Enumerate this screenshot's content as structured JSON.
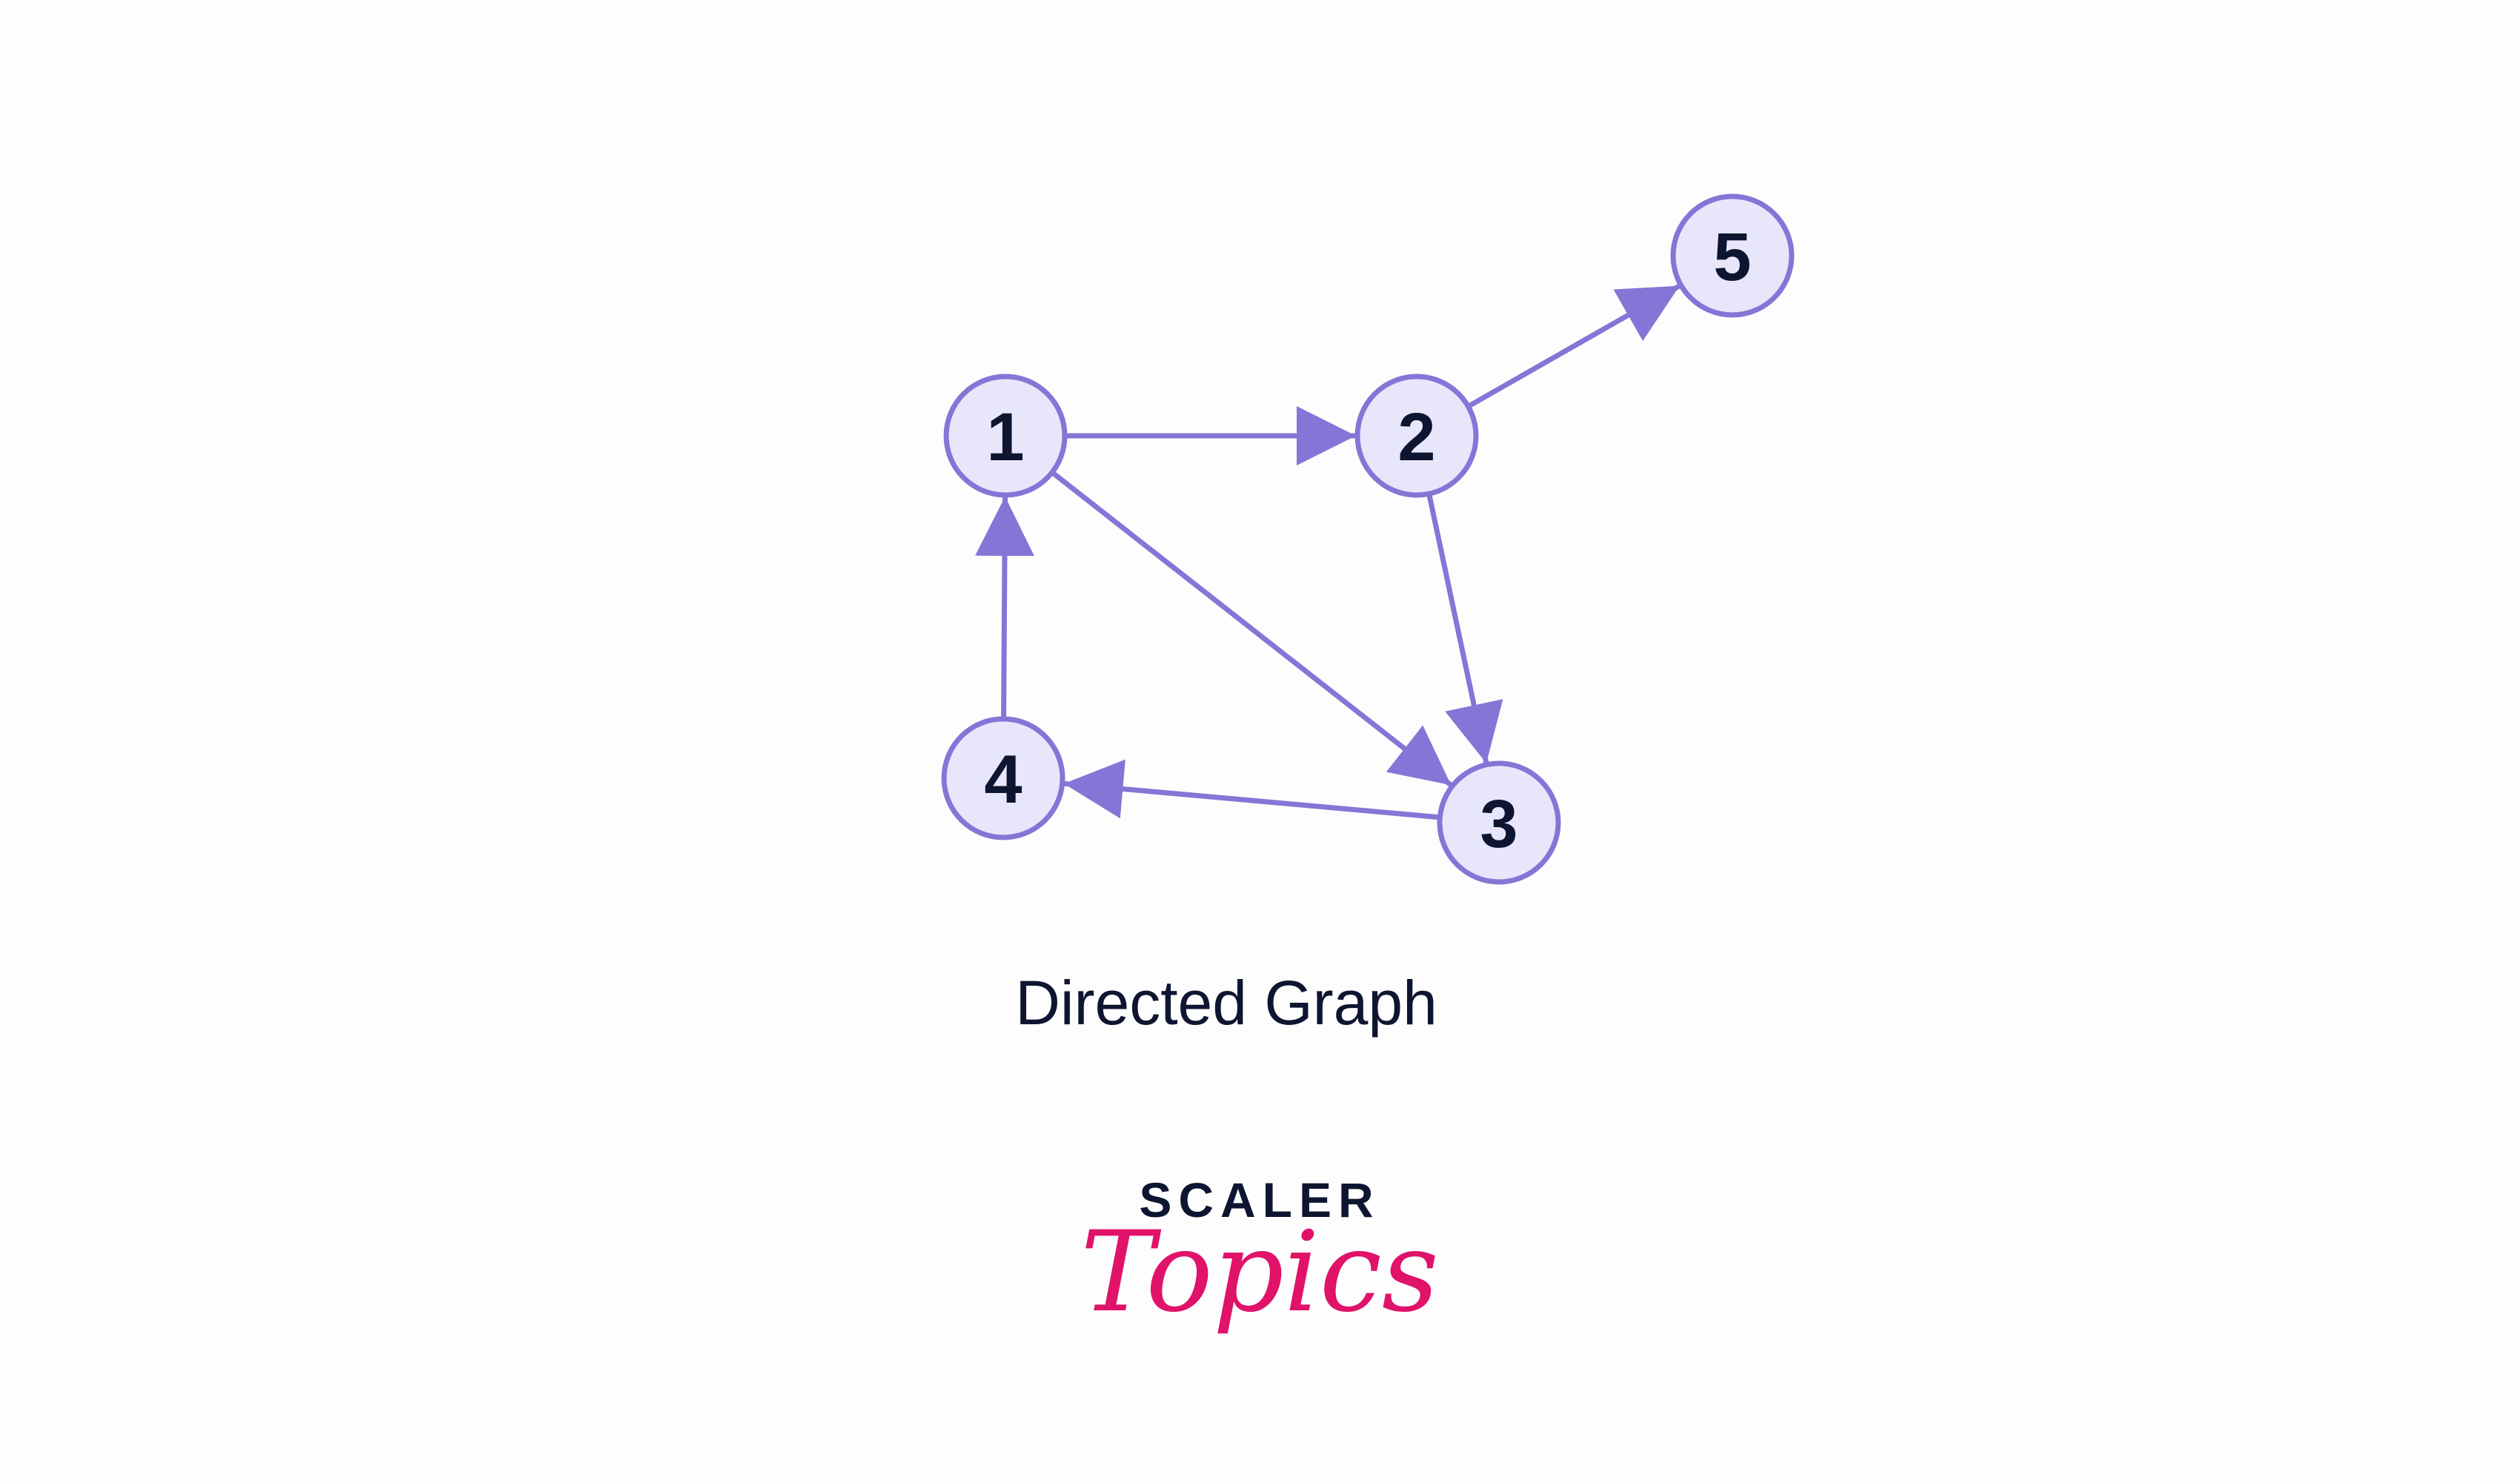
{
  "diagram": {
    "caption": "Directed Graph",
    "colors": {
      "edge": "#8675d6",
      "node_fill": "#e8e6fb",
      "node_stroke": "#8675d6",
      "label": "#0d1530"
    },
    "nodes": [
      {
        "id": "1",
        "label": "1"
      },
      {
        "id": "2",
        "label": "2"
      },
      {
        "id": "3",
        "label": "3"
      },
      {
        "id": "4",
        "label": "4"
      },
      {
        "id": "5",
        "label": "5"
      }
    ],
    "edges": [
      {
        "from": "1",
        "to": "2"
      },
      {
        "from": "2",
        "to": "5"
      },
      {
        "from": "1",
        "to": "3"
      },
      {
        "from": "2",
        "to": "3"
      },
      {
        "from": "3",
        "to": "4"
      },
      {
        "from": "4",
        "to": "1"
      }
    ]
  },
  "logo": {
    "word": "SCALER",
    "script": "Topics",
    "colors": {
      "word": "#0d1530",
      "script": "#e0126a"
    }
  }
}
